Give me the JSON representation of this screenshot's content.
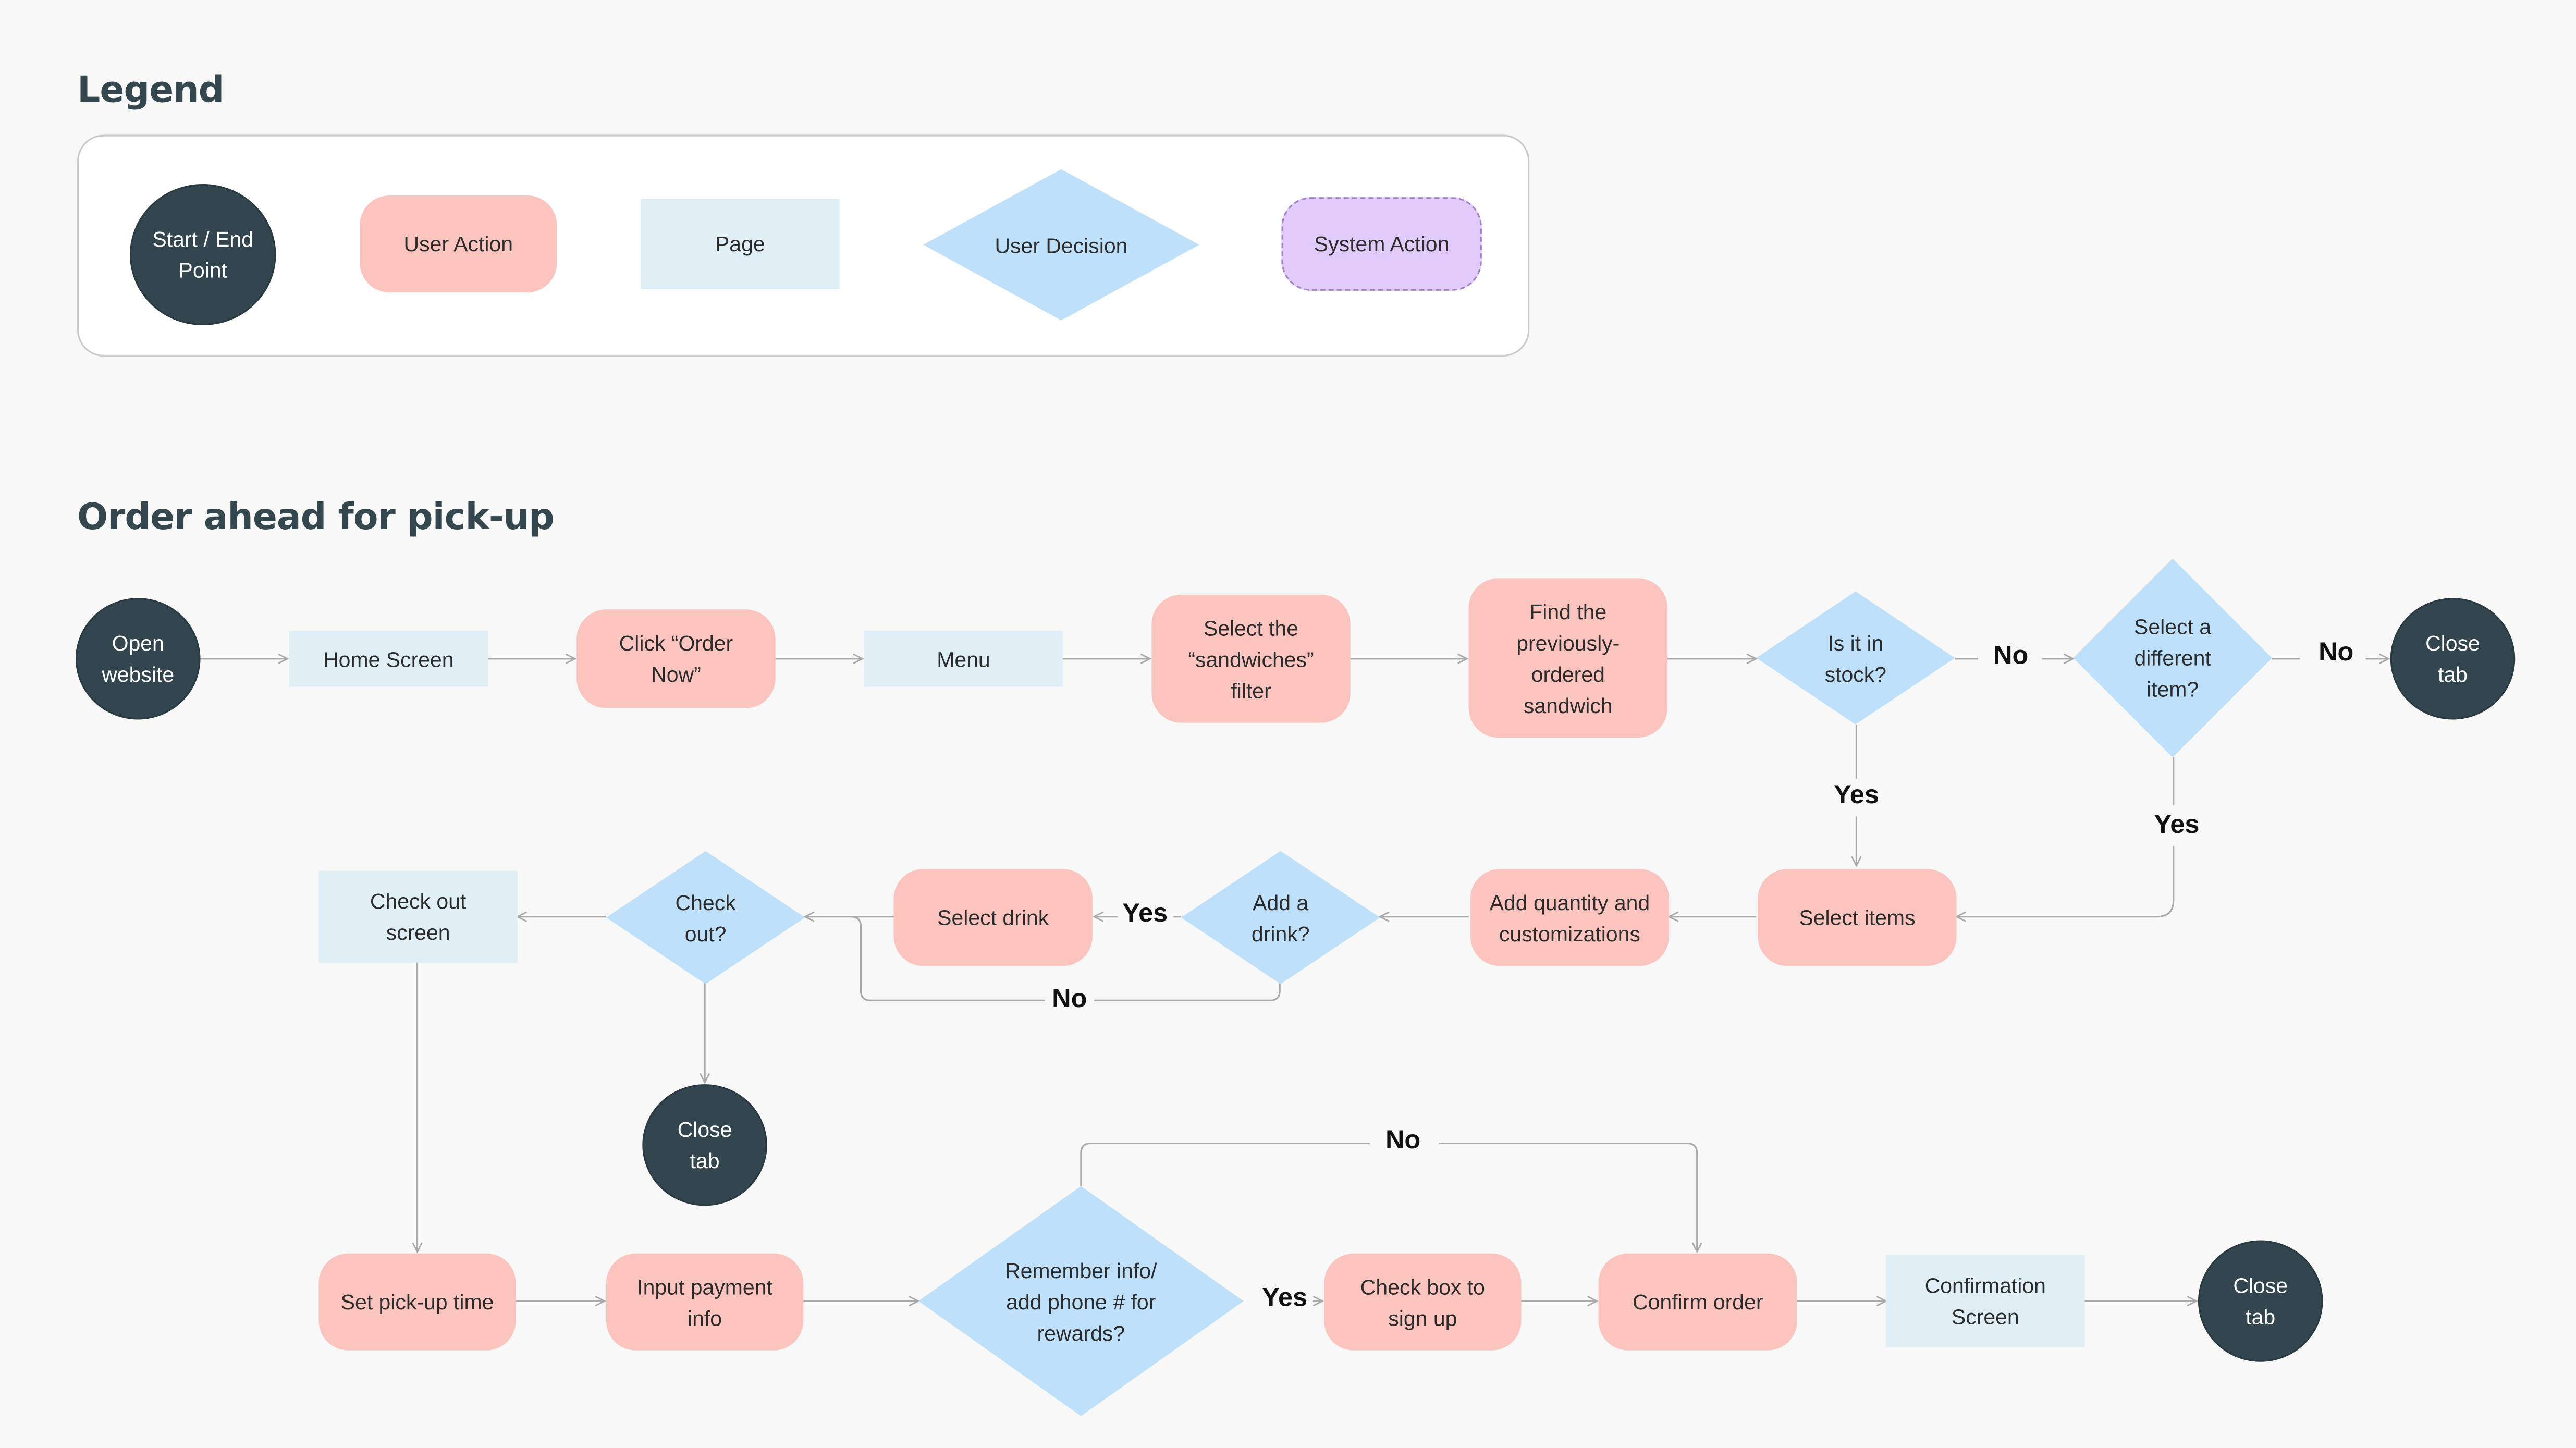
{
  "titles": {
    "legend": "Legend",
    "flow": "Order ahead for pick-up"
  },
  "legend": {
    "start_end": "Start / End Point",
    "user_action": "User Action",
    "page": "Page",
    "user_decision": "User Decision",
    "system_action": "System Action"
  },
  "nodes": {
    "open_website": "Open website",
    "home_screen": "Home Screen",
    "click_order_now": "Click “Order Now”",
    "menu": "Menu",
    "select_sandwiches_filter": "Select the “sandwiches” filter",
    "find_sandwich": "Find the previously-ordered sandwich",
    "in_stock": "Is it in stock?",
    "select_different_item": "Select a different item?",
    "close_tab_1": "Close tab",
    "select_items": "Select items",
    "add_quantity": "Add quantity and customizations",
    "add_drink": "Add a drink?",
    "select_drink": "Select drink",
    "check_out_decision": "Check out?",
    "check_out_screen": "Check out screen",
    "close_tab_2": "Close tab",
    "set_pickup_time": "Set pick-up time",
    "input_payment": "Input payment info",
    "remember_info": "Remember info/ add phone # for rewards?",
    "check_box_signup": "Check box to sign up",
    "confirm_order": "Confirm order",
    "confirmation_screen": "Confirmation Screen",
    "close_tab_3": "Close tab"
  },
  "edge_labels": {
    "stock_no": "No",
    "different_no": "No",
    "stock_yes": "Yes",
    "different_yes": "Yes",
    "drink_yes": "Yes",
    "drink_no": "No",
    "remember_no": "No",
    "remember_yes": "Yes"
  },
  "colors": {
    "start_end": "#33454f",
    "user_action": "#fcc4be",
    "page": "#e0eff5",
    "user_decision": "#bfe0fb",
    "system_action": "#e1cbfa",
    "connector": "#a9a9a9",
    "heading": "#34474f"
  }
}
